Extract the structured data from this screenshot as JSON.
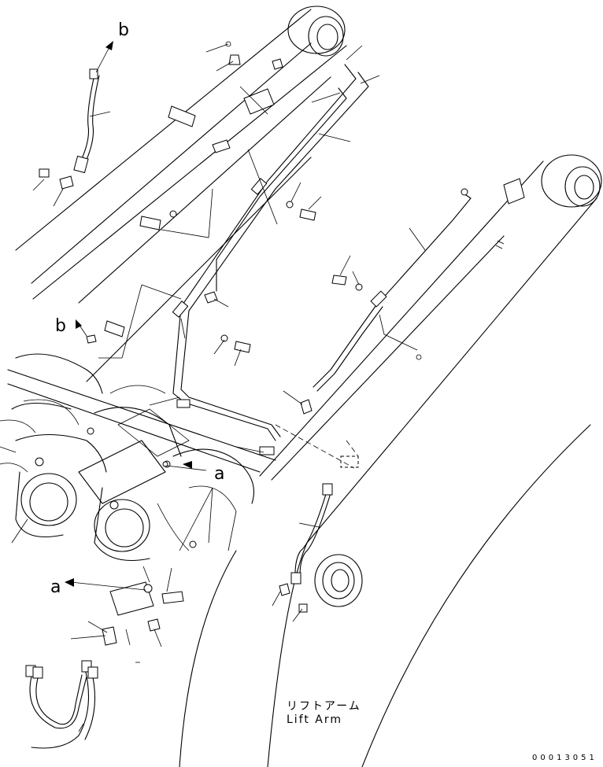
{
  "labels": {
    "b": "b",
    "a": "a"
  },
  "caption": {
    "japanese": "リフトアーム",
    "english": "Lift Arm"
  },
  "document_number": "00013051"
}
